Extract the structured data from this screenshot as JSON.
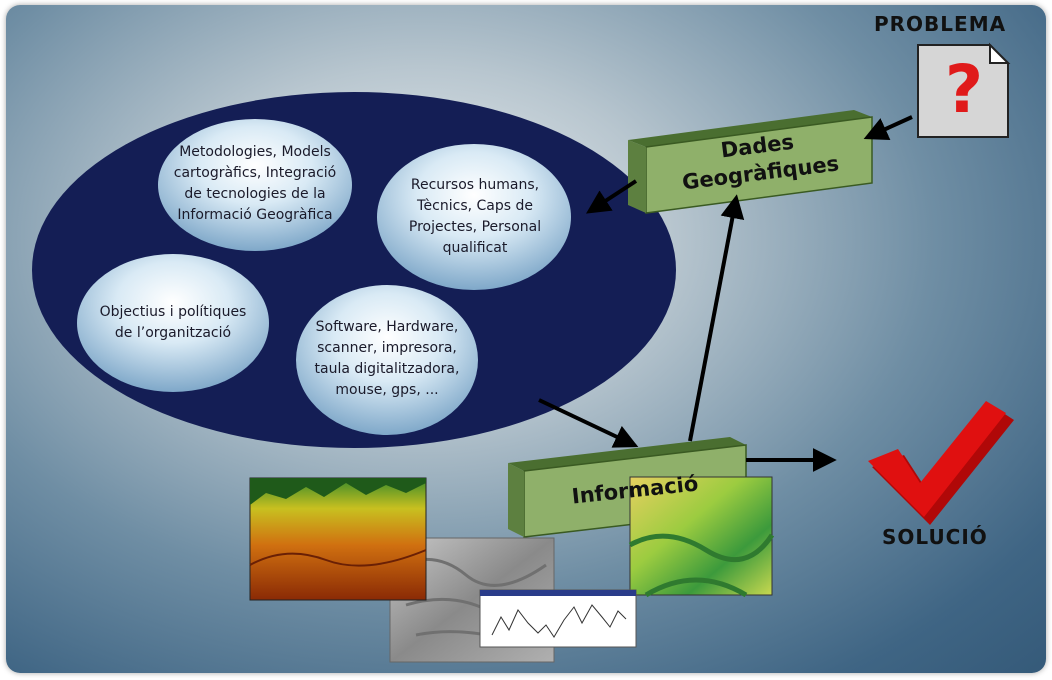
{
  "bubbles": {
    "methodologies": [
      "Metodologies, Models",
      "cartogràfics, Integració",
      "de tecnologies de la",
      "Informació Geogràfica"
    ],
    "resources": [
      "Recursos humans,",
      "Tècnics, Caps de",
      "Projectes, Personal",
      "qualificat"
    ],
    "objectives": [
      "Objectius i polítiques",
      "de l’organització"
    ],
    "software": [
      "Software, Hardware,",
      "scanner, impresora,",
      "taula digitalitzadora,",
      "mouse, gps, ..."
    ]
  },
  "boxes": {
    "geodata": [
      "Dades",
      "Geogràfiques"
    ],
    "information": "Informació"
  },
  "labels": {
    "problem": "PROBLEMA",
    "problem_mark": "?",
    "solution": "SOLUCIÓ"
  },
  "colors": {
    "ellipse": "#141e55",
    "box": "#8fb06a",
    "check": "#e01010",
    "question": "#e01a1a"
  }
}
